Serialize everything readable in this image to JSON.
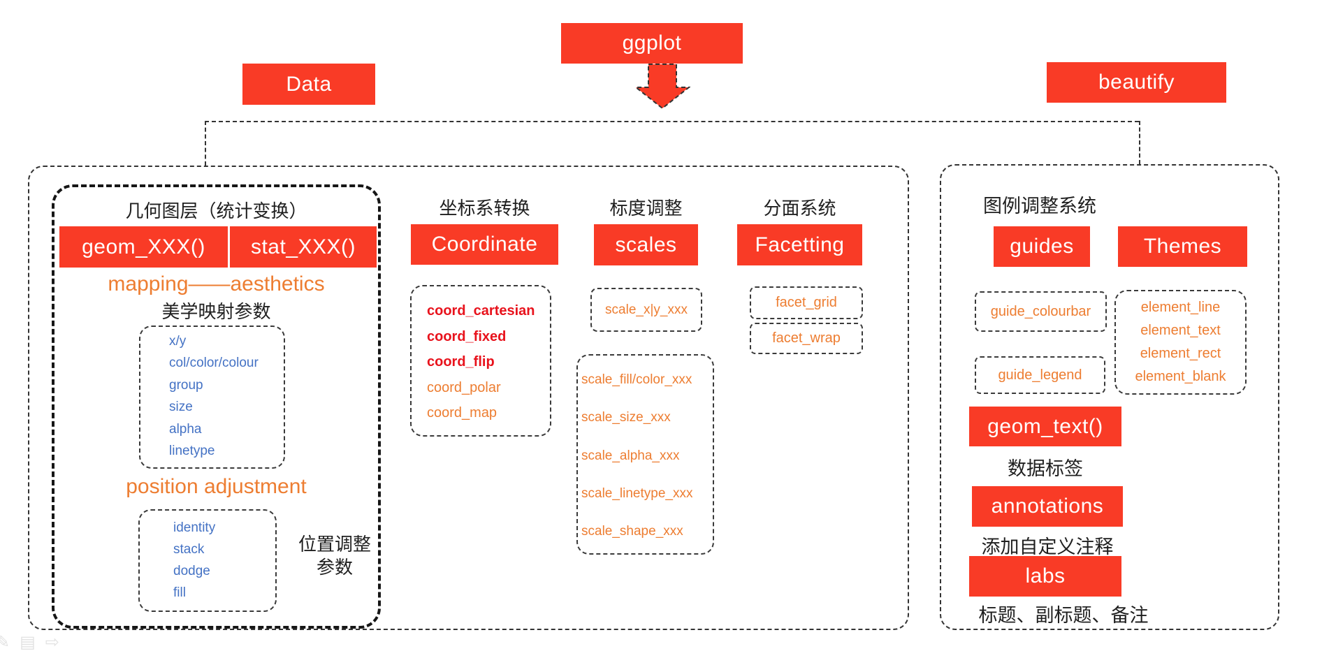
{
  "top": {
    "ggplot_label": "ggplot",
    "data_label": "Data",
    "beautify_label": "beautify"
  },
  "geom_section": {
    "title": "几何图层（统计变换）",
    "geom_button": "geom_XXX()",
    "stat_button": "stat_XXX()",
    "mapping_heading": "mapping——aesthetics",
    "mapping_subheading": "美学映射参数",
    "aesthetics": [
      "x/y",
      "col/color/colour",
      "group",
      "size",
      "alpha",
      "linetype"
    ],
    "position_heading": "position adjustment",
    "positions": [
      "identity",
      "stack",
      "dodge",
      "fill"
    ],
    "position_note_line1": "位置调整",
    "position_note_line2": "参数"
  },
  "coordinate_section": {
    "title": "坐标系转换",
    "button": "Coordinate",
    "items": [
      {
        "label": "coord_cartesian",
        "emphasis": "red-bold"
      },
      {
        "label": "coord_fixed",
        "emphasis": "red-bold"
      },
      {
        "label": "coord_flip",
        "emphasis": "red-bold"
      },
      {
        "label": "coord_polar",
        "emphasis": "orange"
      },
      {
        "label": "coord_map",
        "emphasis": "orange"
      }
    ]
  },
  "scales_section": {
    "title": "标度调整",
    "button": "scales",
    "xy_item": "scale_x|y_xxx",
    "items": [
      "scale_fill/color_xxx",
      "scale_size_xxx",
      "scale_alpha_xxx",
      "scale_linetype_xxx",
      "scale_shape_xxx"
    ]
  },
  "facet_section": {
    "title": "分面系统",
    "button": "Facetting",
    "items": [
      "facet_grid",
      "facet_wrap"
    ]
  },
  "legend_section": {
    "title": "图例调整系统",
    "guides_button": "guides",
    "themes_button": "Themes",
    "guide_items": [
      "guide_colourbar",
      "guide_legend"
    ],
    "element_items": [
      "element_line",
      "element_text",
      "element_rect",
      "element_blank"
    ],
    "geom_text_button": "geom_text()",
    "geom_text_note": "数据标签",
    "annotations_button": "annotations",
    "annotations_note": "添加自定义注释",
    "labs_button": "labs",
    "labs_note": "标题、副标题、备注"
  },
  "footer": {
    "icons": [
      {
        "name": "pencil-icon",
        "glyph": "✎"
      },
      {
        "name": "menu-icon",
        "glyph": "▤"
      },
      {
        "name": "forward-arrow-icon",
        "glyph": "⇨"
      }
    ]
  },
  "colors": {
    "red": "#F93B26",
    "red_text": "#E8121C",
    "orange": "#ED7D31",
    "blue": "#4472C4",
    "ink": "#1F1F1F",
    "line": "#333333"
  }
}
